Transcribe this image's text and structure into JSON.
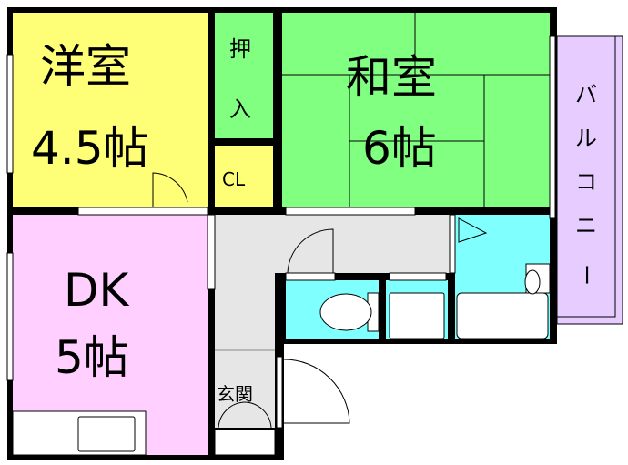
{
  "rooms": {
    "western": {
      "name": "洋室",
      "size": "4.5帖"
    },
    "closet": {
      "name_line1": "押",
      "name_line2": "入"
    },
    "cl": {
      "name": "CL"
    },
    "japanese": {
      "name": "和室",
      "size": "6帖"
    },
    "balcony": {
      "chars": [
        "バ",
        "ル",
        "コ",
        "ニ",
        "ー"
      ]
    },
    "dk": {
      "name": "DK",
      "size": "5帖"
    },
    "entrance": {
      "name": "玄関"
    }
  },
  "colors": {
    "western": "#ffff77",
    "closet": "#80ff80",
    "japanese": "#80ff80",
    "balcony": "#e6ccff",
    "dk": "#ffd0ff",
    "hall": "#e6e6e6",
    "wet": "#80ffff",
    "wall": "#000000"
  }
}
